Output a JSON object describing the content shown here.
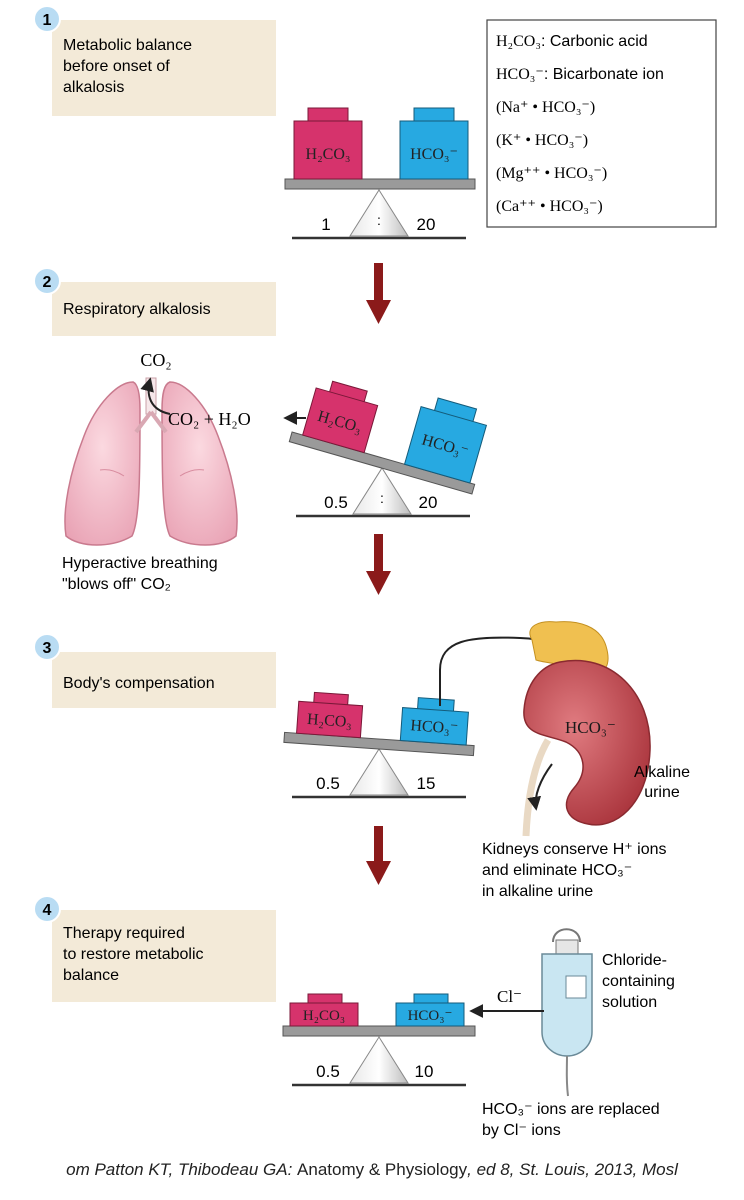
{
  "steps": [
    {
      "number": "1",
      "label_lines": [
        "Metabolic balance",
        "before onset of",
        "alkalosis"
      ]
    },
    {
      "number": "2",
      "label_lines": [
        "Respiratory alkalosis"
      ]
    },
    {
      "number": "3",
      "label_lines": [
        "Body's compensation"
      ]
    },
    {
      "number": "4",
      "label_lines": [
        "Therapy required",
        "to restore metabolic",
        "balance"
      ]
    }
  ],
  "legend": [
    {
      "formula": "H₂CO₃",
      "desc": ": Carbonic acid"
    },
    {
      "formula": "HCO₃⁻",
      "desc": ": Bicarbonate ion"
    },
    {
      "formula": "(Na⁺ • HCO₃⁻)"
    },
    {
      "formula": "(K⁺ • HCO₃⁻)"
    },
    {
      "formula": "(Mg⁺⁺ • HCO₃⁻)"
    },
    {
      "formula": "(Ca⁺⁺ • HCO₃⁻)"
    }
  ],
  "weights": {
    "acid": "H₂CO₃",
    "base": "HCO₃⁻"
  },
  "ratios": [
    {
      "acid": "1",
      "sep": ":",
      "base": "20"
    },
    {
      "acid": "0.5",
      "sep": ":",
      "base": "20"
    },
    {
      "acid": "0.5",
      "sep": "",
      "base": "15"
    },
    {
      "acid": "0.5",
      "sep": "",
      "base": "10"
    }
  ],
  "lungs": {
    "co2_top": "CO₂",
    "equation": "CO₂ + H₂O",
    "caption_lines": [
      "Hyperactive breathing",
      "\"blows off\" CO₂"
    ]
  },
  "kidney": {
    "hco3": "HCO₃⁻",
    "urine_lines": [
      "Alkaline",
      "urine"
    ],
    "caption_lines": [
      "Kidneys conserve H⁺ ions",
      "and eliminate HCO₃⁻",
      "in alkaline urine"
    ]
  },
  "therapy": {
    "cl_label": "Cl⁻",
    "solution_lines": [
      "Chloride-",
      "containing",
      "solution"
    ],
    "caption_lines": [
      "HCO₃⁻ ions are replaced",
      "by Cl⁻ ions"
    ]
  },
  "source": {
    "pre": "om Patton KT, Thibodeau GA: ",
    "title": "Anatomy & Physiology",
    "post": ", ed 8, St. Louis, 2013, Mosl"
  },
  "colors": {
    "acid": "#d6336c",
    "base": "#27a9e1",
    "label_box": "#f3ead8",
    "badge": "#b9dcf3",
    "arrow": "#8b1a1a",
    "lung": "#f2b8c6",
    "kidney": "#c8464e",
    "adrenal": "#f0c050",
    "iv_bag": "#c9e6f2"
  }
}
